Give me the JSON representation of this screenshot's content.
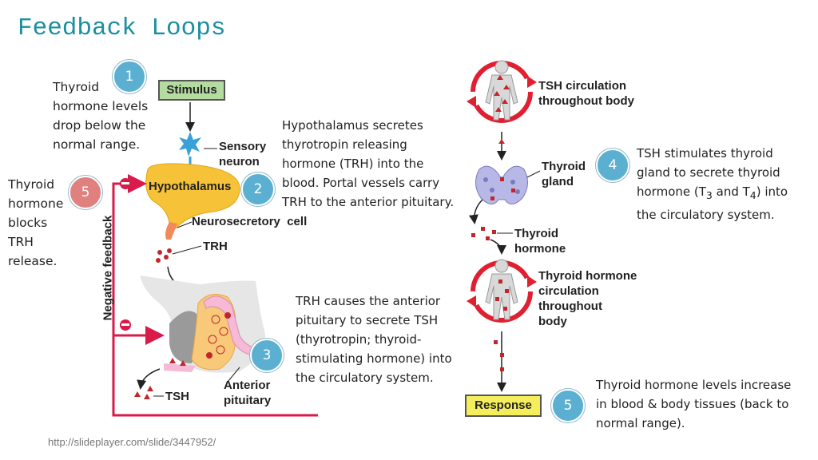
{
  "title": "Feedback Loops",
  "left_diagram": {
    "stimulus": "Stimulus",
    "sensory_neuron": [
      "Sensory",
      "neuron"
    ],
    "hypothalamus": "Hypothalamus",
    "neurosecretory_cell": "Neurosecretory  cell",
    "trh": "TRH",
    "tsh": "TSH",
    "anterior_pituitary": [
      "Anterior",
      "pituitary"
    ],
    "negative_feedback": "Negative feedback",
    "minus_sign": "−"
  },
  "right_diagram": {
    "tsh_circulation": [
      "TSH circulation",
      "throughout body"
    ],
    "thyroid_gland": [
      "Thyroid",
      "gland"
    ],
    "thyroid_hormone": [
      "Thyroid",
      "hormone"
    ],
    "th_circulation": [
      "Thyroid hormone",
      "circulation",
      "throughout",
      "body"
    ],
    "response": "Response"
  },
  "steps": {
    "s1": {
      "num": "1",
      "text": [
        "Thyroid",
        "hormone levels",
        "drop below the",
        "normal range."
      ]
    },
    "s2": {
      "num": "2",
      "text": [
        "Hypothalamus secretes",
        "thyrotropin releasing",
        "hormone (TRH) into the",
        "blood. Portal vessels carry",
        "TRH to the anterior pituitary."
      ]
    },
    "s3": {
      "num": "3",
      "text": [
        "TRH causes the anterior",
        "pituitary to secrete TSH",
        "(thyrotropin; thyroid-",
        "stimulating hormone) into",
        "the circulatory system."
      ]
    },
    "s4": {
      "num": "4",
      "line1": "TSH stimulates thyroid",
      "line2": "gland to secrete thyroid",
      "line3_a": "hormone (T",
      "sub3": "3",
      "line3_b": " and T",
      "sub4": "4",
      "line3_c": ") into",
      "line4": "the circulatory system."
    },
    "s5a": {
      "num": "5",
      "text": [
        "Thyroid",
        "hormone",
        "blocks",
        "TRH",
        "release."
      ]
    },
    "s5b": {
      "num": "5",
      "text": [
        "Thyroid hormone levels increase",
        "in blood & body tissues (back to",
        "normal range)."
      ]
    }
  },
  "source_url": "http://slideplayer.com/slide/3447952/",
  "colors": {
    "title": "#1b8fa0",
    "step_blue": "#5bb0d1",
    "step_red": "#e0807f",
    "feedback_red": "#d81b4a",
    "stimulus_bg": "#b4dca0",
    "response_bg": "#f5ee5c"
  }
}
